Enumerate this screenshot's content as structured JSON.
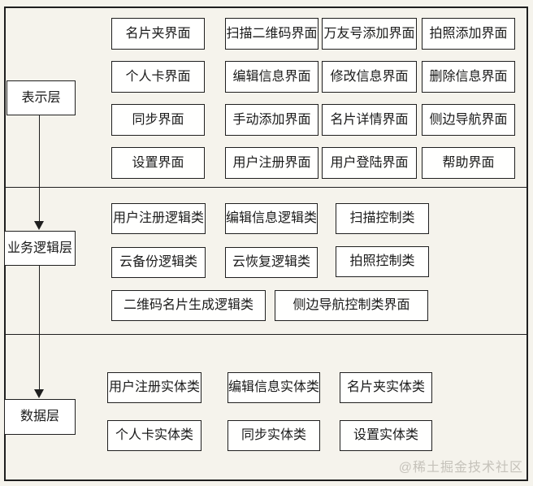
{
  "layers": [
    {
      "label": "表示层",
      "boxes": [
        "名片夹界面",
        "扫描二维码界面",
        "万友号添加界面",
        "拍照添加界面",
        "个人卡界面",
        "编辑信息界面",
        "修改信息界面",
        "删除信息界面",
        "同步界面",
        "手动添加界面",
        "名片详情界面",
        "侧边导航界面",
        "设置界面",
        "用户注册界面",
        "用户登陆界面",
        "帮助界面"
      ]
    },
    {
      "label": "业务逻辑层",
      "boxes": [
        "用户注册逻辑类",
        "编辑信息逻辑类",
        "扫描控制类",
        "云备份逻辑类",
        "云恢复逻辑类",
        "拍照控制类",
        "二维码名片生成逻辑类",
        "侧边导航控制类界面"
      ]
    },
    {
      "label": "数据层",
      "boxes": [
        "用户注册实体类",
        "编辑信息实体类",
        "名片夹实体类",
        "个人卡实体类",
        "同步实体类",
        "设置实体类"
      ]
    }
  ],
  "watermark": "@稀土掘金技术社区",
  "colors": {
    "background": "#f5f3ec",
    "box_fill": "#ffffff",
    "border": "#1f1f1f",
    "watermark_text": "#c5c2ba"
  }
}
